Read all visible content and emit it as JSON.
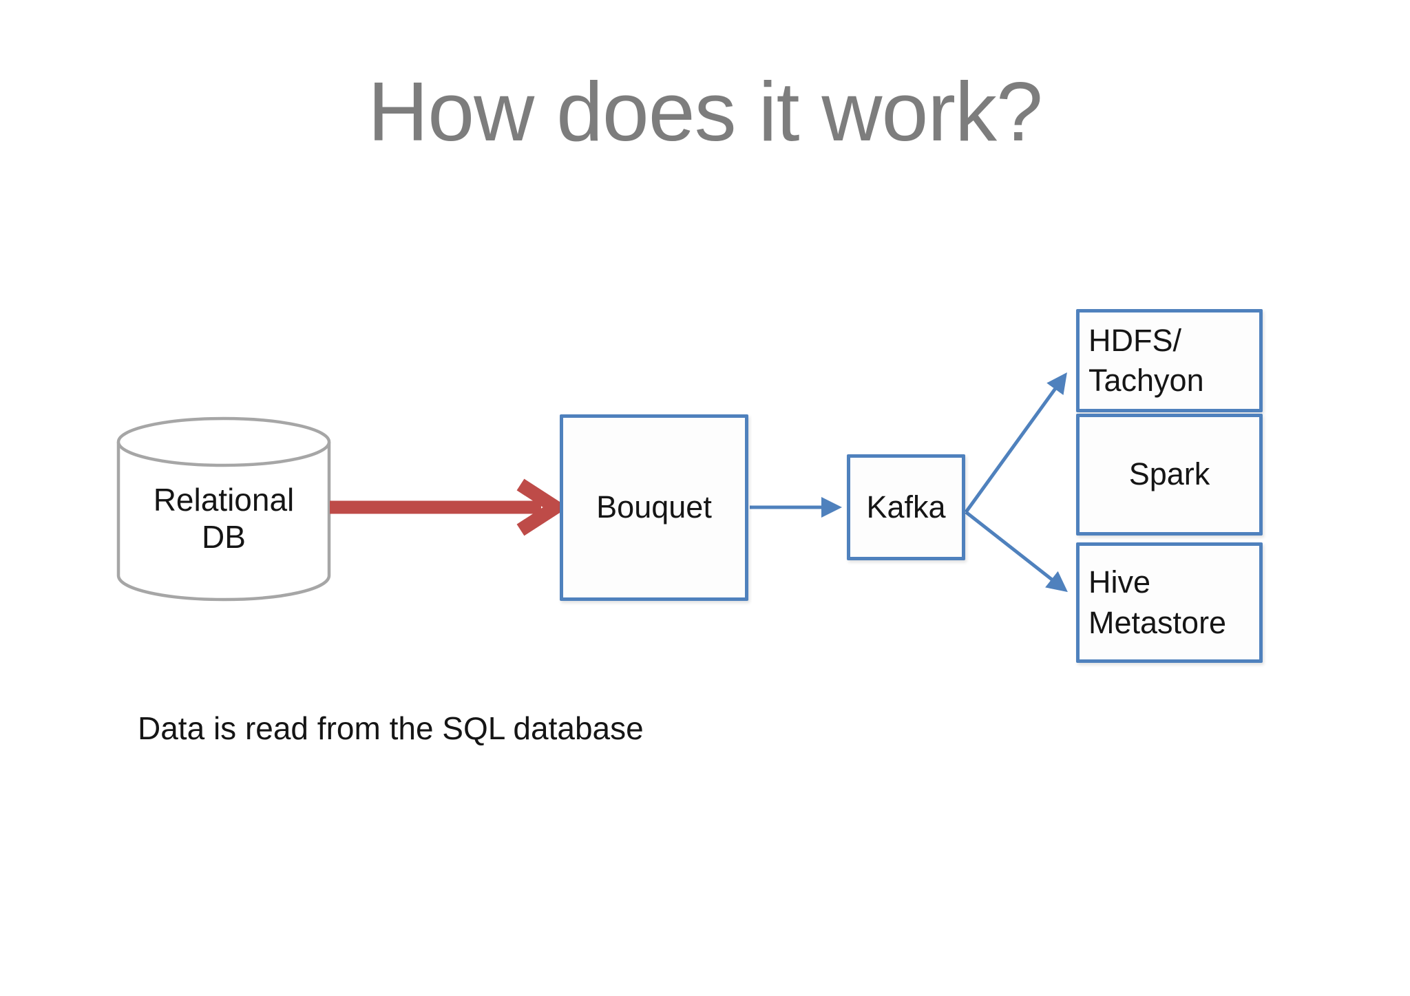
{
  "slide": {
    "title": "How does it work?",
    "caption": "Data is read from the SQL database"
  },
  "nodes": {
    "relational_db": {
      "line1": "Relational",
      "line2": "DB",
      "shape": "cylinder"
    },
    "bouquet": {
      "label": "Bouquet",
      "shape": "rect"
    },
    "kafka": {
      "label": "Kafka",
      "shape": "rect"
    },
    "hdfs_tachyon": {
      "line1": "HDFS/",
      "line2": "Tachyon",
      "shape": "rect"
    },
    "spark": {
      "label": "Spark",
      "shape": "rect"
    },
    "hive_metastore": {
      "line1": "Hive",
      "line2": "Metastore",
      "shape": "rect"
    }
  },
  "edges": [
    {
      "from": "Relational DB",
      "to": "Bouquet",
      "style": "thick-red-arrow"
    },
    {
      "from": "Bouquet",
      "to": "Kafka",
      "style": "thin-blue-arrow"
    },
    {
      "from": "Kafka",
      "to": "HDFS/Tachyon",
      "style": "thin-blue-arrow"
    },
    {
      "from": "Kafka",
      "to": "Hive Metastore",
      "style": "thin-blue-arrow"
    }
  ],
  "colors": {
    "title_gray": "#7d7d7d",
    "box_blue": "#4f81bd",
    "arrow_red": "#be4b48",
    "cylinder_gray": "#a6a6a6",
    "text_black": "#151515"
  }
}
